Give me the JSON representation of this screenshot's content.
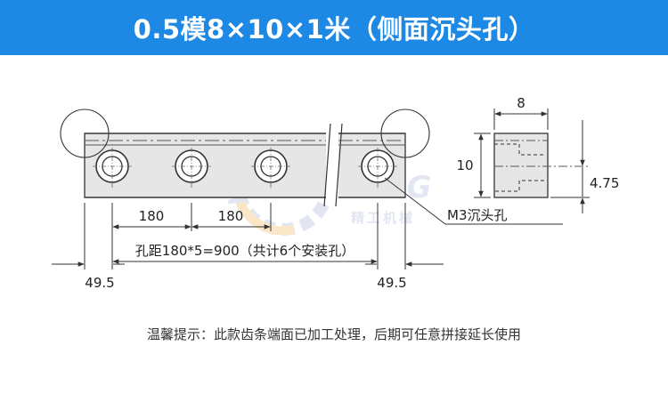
{
  "title": "0.5模8×10×1米（侧面沉头孔）",
  "colors": {
    "title_bg": "#1e88e5",
    "title_text": "#ffffff",
    "part_fill": "#e6e6e6",
    "line": "#333333",
    "watermark": "#c9d3e8"
  },
  "front_view": {
    "pitch_left": "180",
    "pitch_right": "180",
    "hole_label": "M3沉头孔",
    "spacing_label": "孔距180*5=900（共计6个安装孔）",
    "edge_left": "49.5",
    "edge_right": "49.5"
  },
  "side_view": {
    "width": "8",
    "height": "10",
    "hole_height": "4.75"
  },
  "watermark": {
    "text": "JINGGONG",
    "subtext": "精工机械"
  },
  "note": "温馨提示：此款齿条端面已加工处理，后期可任意拼接延长使用"
}
